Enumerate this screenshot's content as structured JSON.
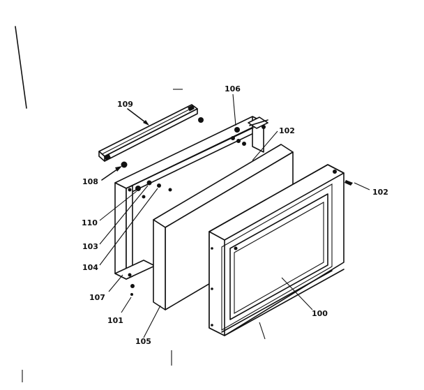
{
  "diagram": {
    "labels": {
      "p100": "100",
      "p101": "101",
      "p102a": "102",
      "p102b": "102",
      "p103": "103",
      "p104": "104",
      "p105": "105",
      "p106": "106",
      "p107": "107",
      "p108": "108",
      "p109": "109",
      "p110": "110"
    }
  }
}
